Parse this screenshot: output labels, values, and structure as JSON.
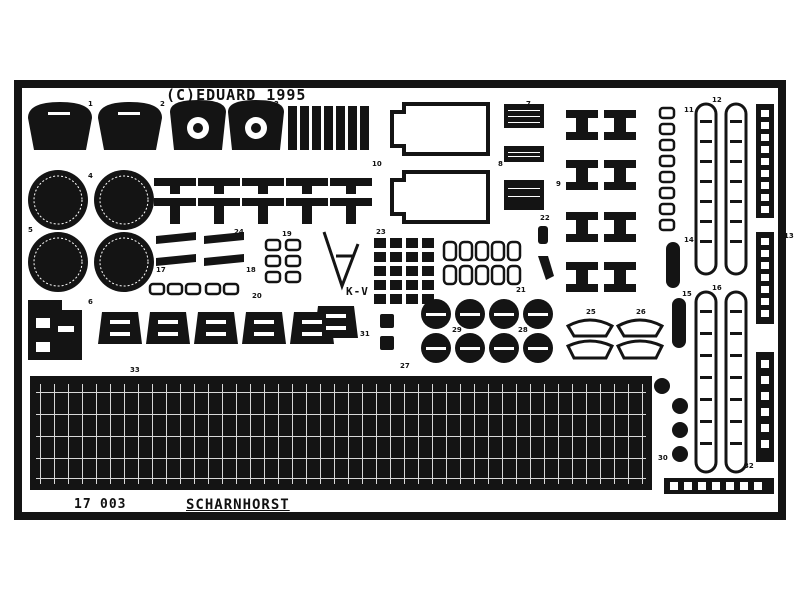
{
  "fret": {
    "copyright": "(C)EDUARD 1995",
    "sheet_number": "17",
    "sheet_code": "003",
    "subject": "SCHARNHORST",
    "marking": "K-V",
    "part_numbers": [
      "1",
      "2",
      "3",
      "4",
      "5",
      "6",
      "7",
      "8",
      "9",
      "10",
      "11",
      "12",
      "13",
      "14",
      "15",
      "16",
      "17",
      "18",
      "19",
      "20",
      "21",
      "22",
      "23",
      "24",
      "25",
      "26",
      "27",
      "28",
      "29",
      "30",
      "31",
      "32",
      "33"
    ]
  },
  "colors": {
    "metal": "#141414",
    "background": "#ffffff"
  }
}
